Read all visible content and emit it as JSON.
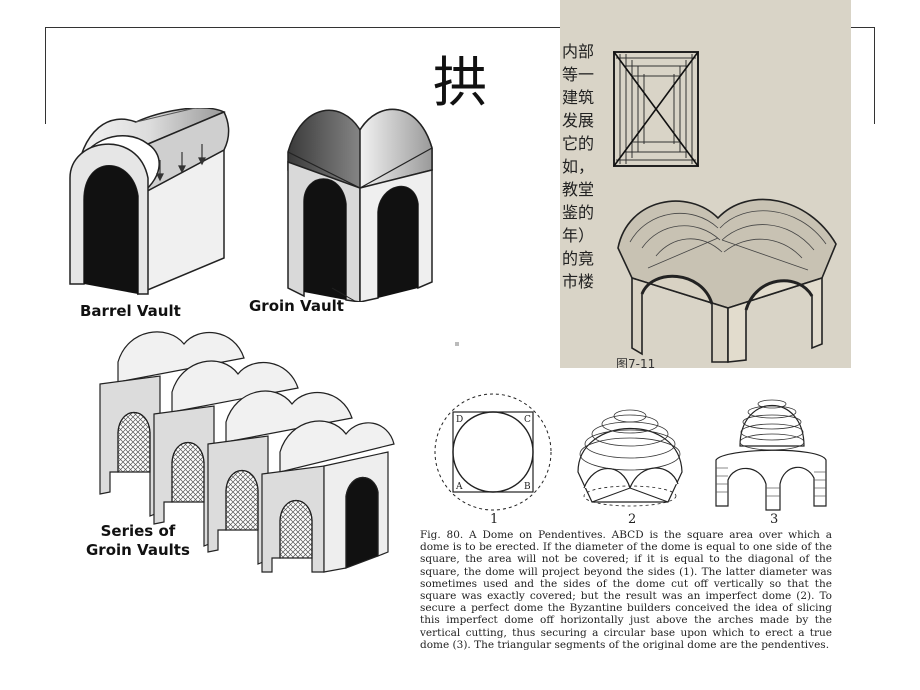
{
  "slide": {
    "title": "拱"
  },
  "figures": {
    "barrel_vault_label": "Barrel Vault",
    "groin_vault_label": "Groin Vault",
    "series_label": "Series of\nGroin Vaults"
  },
  "book_photo": {
    "chinese_fragments": [
      "内部",
      "",
      "",
      "等一",
      "建筑",
      "发展",
      "",
      "",
      "它的",
      "如，",
      "教堂",
      "鉴的",
      "年）",
      "的竟",
      "市楼"
    ],
    "figure_caption_fragment": "图7-11"
  },
  "dome_figure": {
    "labels": [
      "1",
      "2",
      "3"
    ],
    "corner_letters": [
      "D",
      "C",
      "A",
      "B"
    ],
    "caption": "Fig. 80. A Dome on Pendentives. ABCD is the square area over which a dome is to be erected. If the diameter of the dome is equal to one side of the square, the area will not be covered; if it is equal to the diagonal of the square, the dome will project beyond the sides (1). The latter diameter was sometimes used and the sides of the dome cut off vertically so that the square was exactly covered; but the result was an imperfect dome (2). To secure a perfect dome the Byzantine builders conceived the idea of slicing this imperfect dome off horizontally just above the arches made by the vertical cutting, thus securing a circular base upon which to erect a true dome (3). The triangular segments of the original dome are the pendentives."
  },
  "colors": {
    "frame": "#333333",
    "photo_bg": "#d9d4c7",
    "ink": "#111111"
  }
}
